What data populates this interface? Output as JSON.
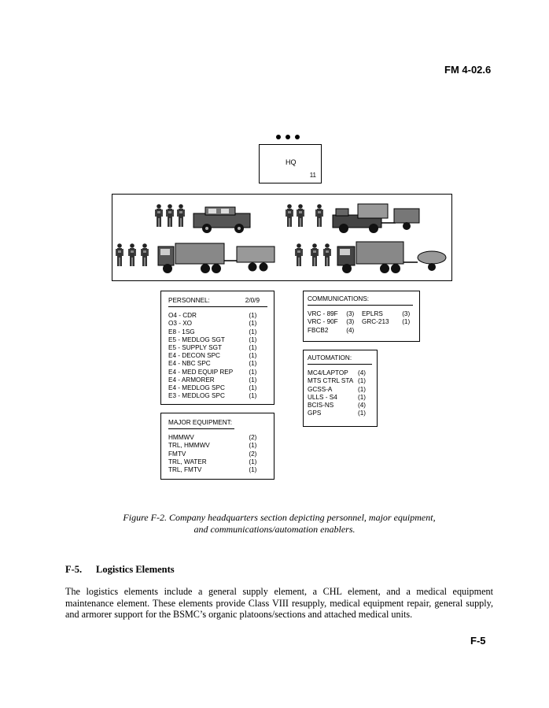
{
  "header": {
    "doc_id": "FM  4-02.6"
  },
  "footer": {
    "page": "F-5"
  },
  "org_chart": {
    "hq_label": "HQ",
    "hq_count": "11",
    "personnel": {
      "title": "PERSONNEL:",
      "strength": "2/0/9",
      "rows": [
        {
          "role": "O4 - CDR",
          "qty": "(1)"
        },
        {
          "role": "O3 - XO",
          "qty": "(1)"
        },
        {
          "role": "E8 - 1SG",
          "qty": "(1)"
        },
        {
          "role": "E5 - MEDLOG SGT",
          "qty": "(1)"
        },
        {
          "role": "E5 - SUPPLY SGT",
          "qty": "(1)"
        },
        {
          "role": "E4 - DECON SPC",
          "qty": "(1)"
        },
        {
          "role": "E4 - NBC SPC",
          "qty": "(1)"
        },
        {
          "role": "E4 - MED EQUIP REP",
          "qty": "(1)"
        },
        {
          "role": "E4 - ARMORER",
          "qty": "(1)"
        },
        {
          "role": "E4 - MEDLOG SPC",
          "qty": "(1)"
        },
        {
          "role": "E3 - MEDLOG SPC",
          "qty": "(1)"
        }
      ]
    },
    "equipment": {
      "title": "MAJOR EQUIPMENT:",
      "rows": [
        {
          "item": "HMMWV",
          "qty": "(2)"
        },
        {
          "item": "TRL, HMMWV",
          "qty": "(1)"
        },
        {
          "item": "FMTV",
          "qty": "(2)"
        },
        {
          "item": "TRL, WATER",
          "qty": "(1)"
        },
        {
          "item": "TRL, FMTV",
          "qty": "(1)"
        }
      ]
    },
    "communications": {
      "title": "COMMUNICATIONS:",
      "rows": [
        {
          "a": "VRC - 89F",
          "aq": "(3)",
          "b": "EPLRS",
          "bq": "(3)"
        },
        {
          "a": "VRC - 90F",
          "aq": "(3)",
          "b": "GRC-213",
          "bq": "(1)"
        },
        {
          "a": "FBCB2",
          "aq": "(4)",
          "b": "",
          "bq": ""
        }
      ]
    },
    "automation": {
      "title": "AUTOMATION:",
      "rows": [
        {
          "item": "MC4/LAPTOP",
          "qty": "(4)"
        },
        {
          "item": "MTS CTRL STA",
          "qty": "(1)"
        },
        {
          "item": "GCSS-A",
          "qty": "(1)"
        },
        {
          "item": "ULLS - S4",
          "qty": "(1)"
        },
        {
          "item": "BCIS-NS",
          "qty": "(4)"
        },
        {
          "item": "GPS",
          "qty": "(1)"
        }
      ]
    }
  },
  "figure": {
    "caption_line1": "Figure F-2.  Company headquarters section depicting personnel, major equipment,",
    "caption_line2": "and communications/automation enablers."
  },
  "section": {
    "number": "F-5.",
    "title": "Logistics Elements",
    "body": "The logistics elements include a general supply element, a CHL element, and a medical equipment maintenance element.  These elements provide Class VIII resupply, medical equipment repair, general supply, and armorer support for the BSMC’s organic platoons/sections and attached medical units."
  }
}
